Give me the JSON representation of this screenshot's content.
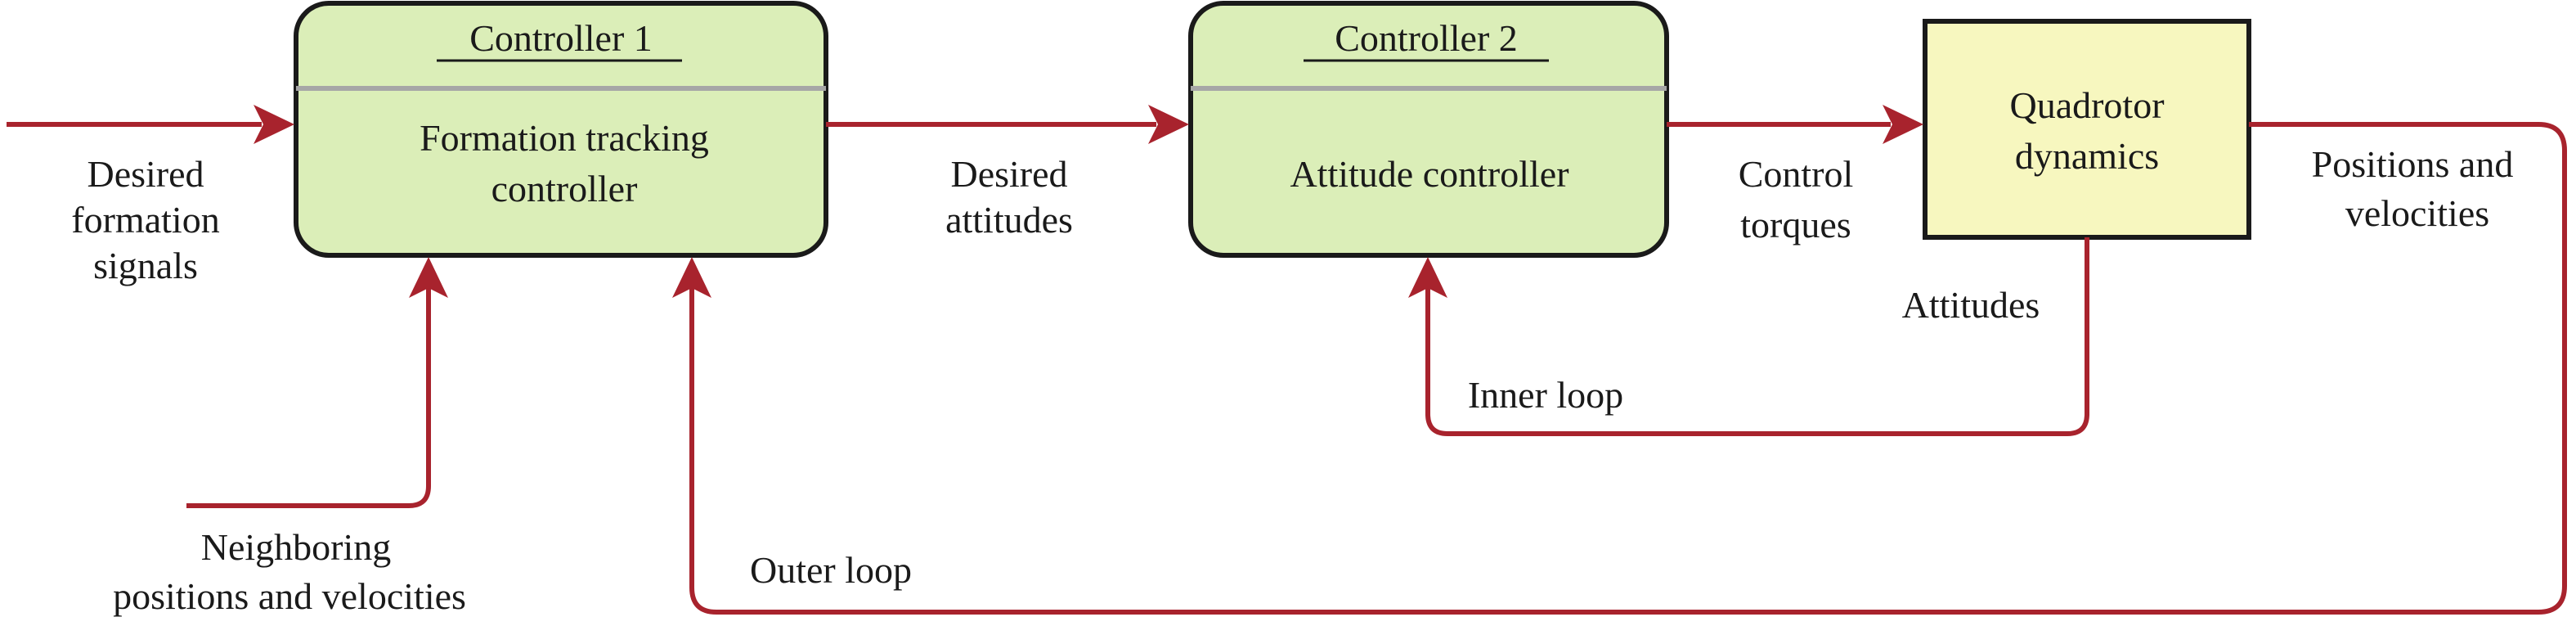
{
  "blocks": {
    "controller1": {
      "header": "Controller 1",
      "body_line1": "Formation tracking",
      "body_line2": "controller"
    },
    "controller2": {
      "header": "Controller 2",
      "body_line1": "Attitude controller"
    },
    "quadrotor": {
      "line1": "Quadrotor",
      "line2": "dynamics"
    }
  },
  "signals": {
    "desired_formation": [
      "Desired",
      "formation",
      "signals"
    ],
    "desired_attitudes": [
      "Desired",
      "attitudes"
    ],
    "control_torques": [
      "Control",
      "torques"
    ],
    "positions_velocities": [
      "Positions and",
      "velocities"
    ],
    "attitudes": "Attitudes",
    "neighboring": [
      "Neighboring",
      "positions and velocities"
    ],
    "inner_loop": "Inner loop",
    "outer_loop": "Outer loop"
  },
  "colors": {
    "controller_fill": "#dbeeb8",
    "quadrotor_fill": "#f7f7bf",
    "arrow": "#a8232d",
    "divider": "#a6a6a6"
  }
}
